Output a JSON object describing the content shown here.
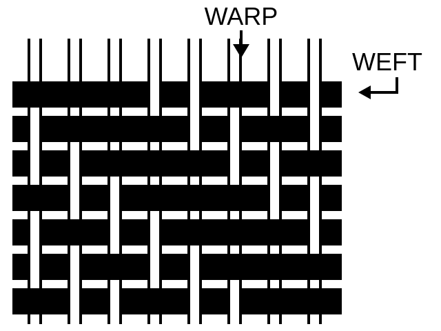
{
  "labels": {
    "warp": "WARP",
    "weft": "WEFT"
  },
  "colors": {
    "ink": "#000000",
    "background": "#ffffff"
  },
  "icons": {
    "warp_arrow": "arrow-down-icon",
    "weft_arrow": "arrow-left-hook-icon"
  },
  "weave": {
    "warp_count": 8,
    "weft_count": 7,
    "pattern": [
      [
        0,
        0,
        0,
        1,
        1,
        0,
        1,
        1
      ],
      [
        1,
        0,
        0,
        0,
        1,
        1,
        0,
        1
      ],
      [
        1,
        1,
        0,
        0,
        0,
        1,
        1,
        0
      ],
      [
        0,
        1,
        1,
        0,
        0,
        0,
        1,
        1
      ],
      [
        1,
        0,
        1,
        1,
        0,
        0,
        0,
        1
      ],
      [
        1,
        1,
        0,
        1,
        1,
        0,
        0,
        0
      ],
      [
        0,
        1,
        1,
        0,
        1,
        1,
        0,
        0
      ]
    ]
  }
}
